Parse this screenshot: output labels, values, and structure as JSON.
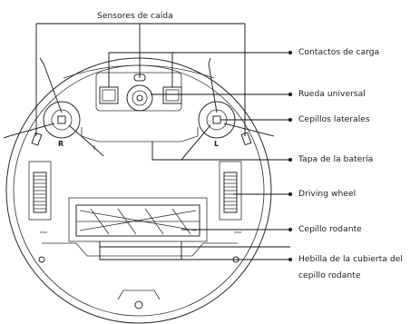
{
  "diagram": {
    "top_label": "Sensores de caída",
    "labels": [
      "Contactos de carga",
      "Rueda universal",
      "Cepillos laterales",
      "Tapa de la batería",
      "Driving wheel",
      "Cepillo rodante",
      "Hebilla de la cubierta del",
      "cepillo rodante"
    ],
    "brush_marks": {
      "right": "R",
      "left": "L"
    }
  }
}
